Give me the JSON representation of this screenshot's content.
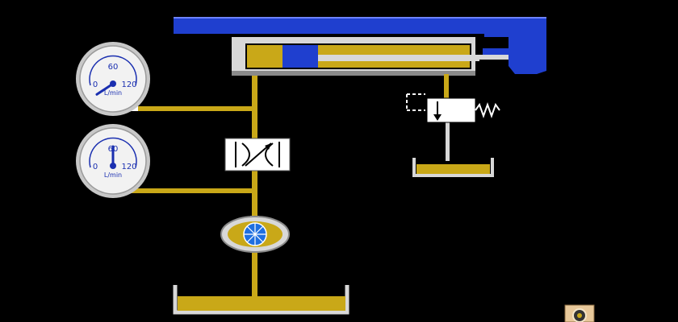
{
  "colors": {
    "background": "#000000",
    "oil": "#c9a818",
    "cylinder_blue": "#1f3fcf",
    "metal": "#d8d8d8",
    "metal_dark": "#8a8a8a",
    "line_white": "#ffffff",
    "gauge_text": "#1a2fb0"
  },
  "gauges": [
    {
      "id": "upper",
      "scale_min": "0",
      "scale_mid": "60",
      "scale_max": "120",
      "unit": "L/min",
      "value": 5
    },
    {
      "id": "lower",
      "scale_min": "0",
      "scale_mid": "60",
      "scale_max": "120",
      "unit": "L/min",
      "value": 60
    }
  ],
  "icons": {
    "speaker": "speaker-icon"
  }
}
